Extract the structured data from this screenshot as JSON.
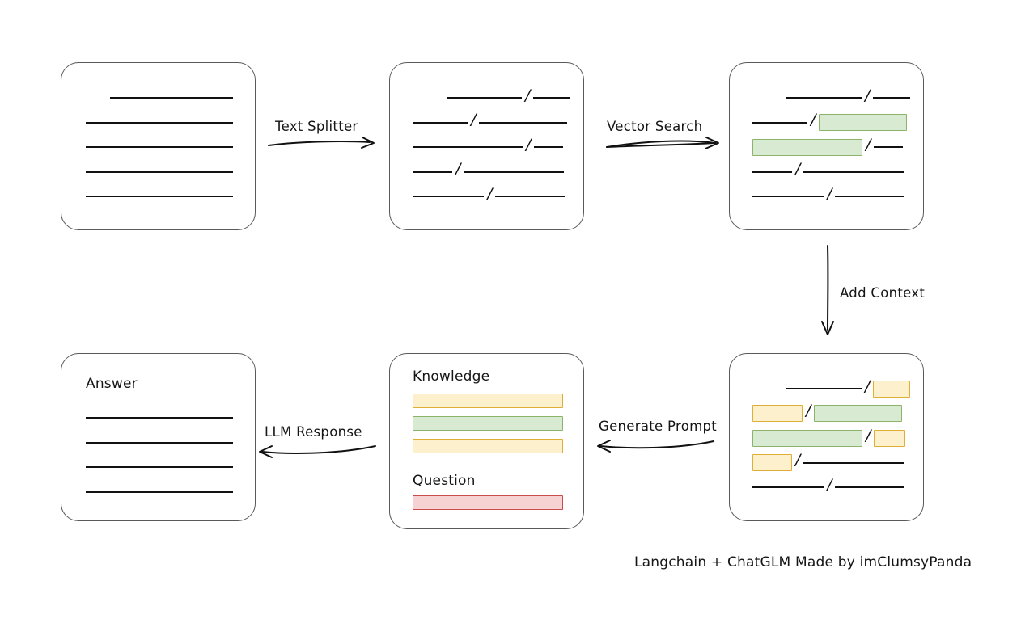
{
  "diagram": {
    "title_footer": "Langchain + ChatGLM Made by imClumsyPanda",
    "nodes": {
      "source_doc": {
        "name": "source-document",
        "label": "",
        "rows": [
          {
            "segments": [
              {
                "kind": "line",
                "width": 152,
                "indent": 30
              }
            ]
          },
          {
            "segments": [
              {
                "kind": "line",
                "width": 182,
                "indent": 0
              }
            ]
          },
          {
            "segments": [
              {
                "kind": "line",
                "width": 182,
                "indent": 0
              }
            ]
          },
          {
            "segments": [
              {
                "kind": "line",
                "width": 182,
                "indent": 0
              }
            ]
          },
          {
            "segments": [
              {
                "kind": "line",
                "width": 182,
                "indent": 0
              }
            ]
          }
        ]
      },
      "split_doc": {
        "name": "split-document",
        "rows": [
          {
            "indent": 42,
            "segments": [
              {
                "kind": "line",
                "width": 93
              },
              {
                "kind": "slash"
              },
              {
                "kind": "line",
                "width": 46
              }
            ]
          },
          {
            "indent": 0,
            "segments": [
              {
                "kind": "line",
                "width": 68
              },
              {
                "kind": "slash"
              },
              {
                "kind": "line",
                "width": 109
              }
            ]
          },
          {
            "indent": 0,
            "segments": [
              {
                "kind": "line",
                "width": 136
              },
              {
                "kind": "slash"
              },
              {
                "kind": "line",
                "width": 36
              }
            ]
          },
          {
            "indent": 0,
            "segments": [
              {
                "kind": "line",
                "width": 49
              },
              {
                "kind": "slash"
              },
              {
                "kind": "line",
                "width": 124
              }
            ]
          },
          {
            "indent": 0,
            "segments": [
              {
                "kind": "line",
                "width": 88
              },
              {
                "kind": "slash"
              },
              {
                "kind": "line",
                "width": 86
              }
            ]
          }
        ]
      },
      "matched_doc": {
        "name": "vector-matched-document",
        "rows": [
          {
            "indent": 42,
            "segments": [
              {
                "kind": "line",
                "width": 93
              },
              {
                "kind": "slash"
              },
              {
                "kind": "line",
                "width": 46
              }
            ]
          },
          {
            "indent": 0,
            "segments": [
              {
                "kind": "line",
                "width": 68
              },
              {
                "kind": "slash"
              },
              {
                "kind": "chip",
                "color": "green",
                "width": 109
              }
            ]
          },
          {
            "indent": 0,
            "segments": [
              {
                "kind": "chip",
                "color": "green",
                "width": 136
              },
              {
                "kind": "slash"
              },
              {
                "kind": "line",
                "width": 36
              }
            ]
          },
          {
            "indent": 0,
            "segments": [
              {
                "kind": "line",
                "width": 49
              },
              {
                "kind": "slash"
              },
              {
                "kind": "line",
                "width": 124
              }
            ]
          },
          {
            "indent": 0,
            "segments": [
              {
                "kind": "line",
                "width": 88
              },
              {
                "kind": "slash"
              },
              {
                "kind": "line",
                "width": 86
              }
            ]
          }
        ]
      },
      "context_doc": {
        "name": "context-added-document",
        "rows": [
          {
            "indent": 42,
            "segments": [
              {
                "kind": "line",
                "width": 93
              },
              {
                "kind": "slash"
              },
              {
                "kind": "chip",
                "color": "yellow",
                "width": 46
              }
            ]
          },
          {
            "indent": 0,
            "segments": [
              {
                "kind": "chip",
                "color": "yellow",
                "width": 62
              },
              {
                "kind": "slash"
              },
              {
                "kind": "chip",
                "color": "green",
                "width": 109
              }
            ]
          },
          {
            "indent": 0,
            "segments": [
              {
                "kind": "chip",
                "color": "green",
                "width": 136
              },
              {
                "kind": "slash"
              },
              {
                "kind": "chip",
                "color": "yellow",
                "width": 39
              }
            ]
          },
          {
            "indent": 0,
            "segments": [
              {
                "kind": "chip",
                "color": "yellow",
                "width": 49
              },
              {
                "kind": "slash"
              },
              {
                "kind": "line",
                "width": 124
              }
            ]
          },
          {
            "indent": 0,
            "segments": [
              {
                "kind": "line",
                "width": 88
              },
              {
                "kind": "slash"
              },
              {
                "kind": "line",
                "width": 86
              }
            ]
          }
        ]
      },
      "prompt_box": {
        "name": "prompt-box",
        "knowledge_label": "Knowledge",
        "question_label": "Question",
        "knowledge_bars": [
          {
            "color": "yellow",
            "width": 186
          },
          {
            "color": "green",
            "width": 186
          },
          {
            "color": "yellow",
            "width": 186
          }
        ],
        "question_bars": [
          {
            "color": "red",
            "width": 186
          }
        ]
      },
      "answer_box": {
        "name": "answer-box",
        "label": "Answer",
        "rows": [
          {
            "width": 182
          },
          {
            "width": 182
          },
          {
            "width": 182
          },
          {
            "width": 182
          }
        ]
      }
    },
    "edges": [
      {
        "id": "text-splitter",
        "label": "Text Splitter",
        "direction": "right"
      },
      {
        "id": "vector-search",
        "label": "Vector Search",
        "direction": "right"
      },
      {
        "id": "add-context",
        "label": "Add Context",
        "direction": "down"
      },
      {
        "id": "generate-prompt",
        "label": "Generate Prompt",
        "direction": "left"
      },
      {
        "id": "llm-response",
        "label": "LLM Response",
        "direction": "left"
      }
    ]
  },
  "colors": {
    "green_fill": "#d9ead3",
    "green_border": "#8cb36a",
    "yellow_fill": "#fdf0cd",
    "yellow_border": "#dfae36",
    "red_fill": "#f6d3d2",
    "red_border": "#c94c4c",
    "stroke": "#111111",
    "box_border": "#5a5a5a"
  }
}
